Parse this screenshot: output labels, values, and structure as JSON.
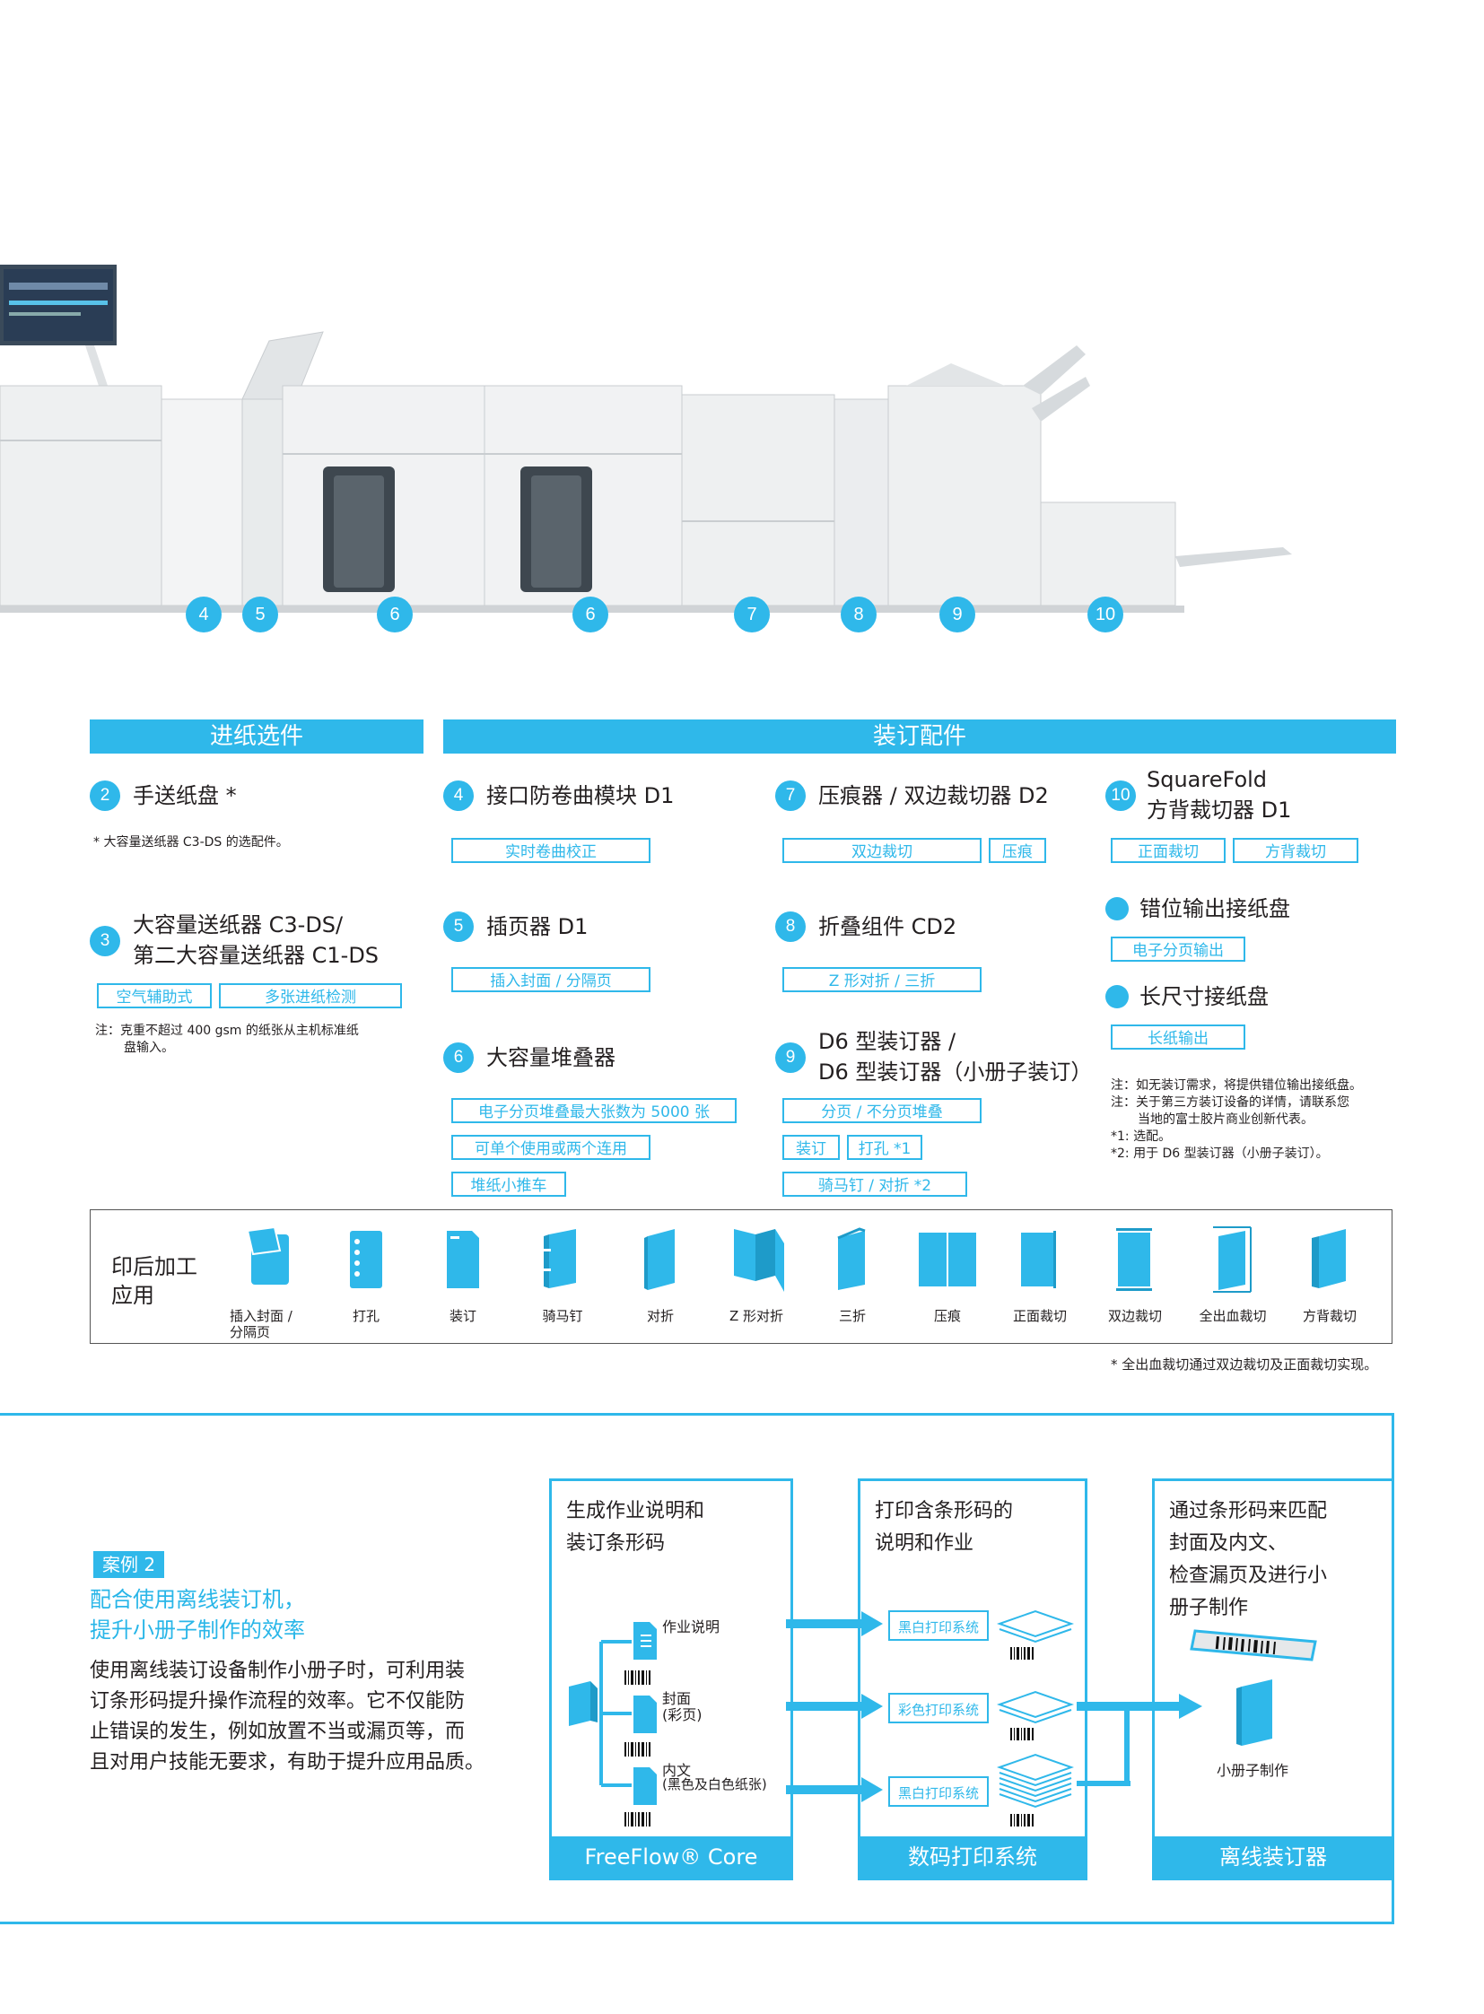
{
  "machine": {
    "callouts": [
      "4",
      "5",
      "6",
      "6",
      "7",
      "8",
      "9",
      "10"
    ],
    "colors": {
      "body": "#eef0f1",
      "shadow": "#c9cdd0",
      "accent": "#2fb8ea"
    }
  },
  "feed_section": {
    "title": "进纸选件",
    "item2": {
      "num": "2",
      "title": "手送纸盘 *",
      "note": "* 大容量送纸器 C3-DS 的选配件。"
    },
    "item3": {
      "num": "3",
      "title_line1": "大容量送纸器 C3-DS/",
      "title_line2": "第二大容量送纸器 C1-DS",
      "tags": [
        "空气辅助式",
        "多张进纸检测"
      ],
      "note_line1": "注：克重不超过 400 gsm 的纸张从主机标准纸",
      "note_line2": "盘输入。"
    }
  },
  "finish_section": {
    "title": "装订配件",
    "item4": {
      "num": "4",
      "title": "接口防卷曲模块 D1",
      "tags": [
        "实时卷曲校正"
      ]
    },
    "item5": {
      "num": "5",
      "title": "插页器 D1",
      "tags": [
        "插入封面 / 分隔页"
      ]
    },
    "item6": {
      "num": "6",
      "title": "大容量堆叠器",
      "tags": [
        "电子分页堆叠最大张数为 5000 张",
        "可单个使用或两个连用",
        "堆纸小推车"
      ]
    },
    "item7": {
      "num": "7",
      "title": "压痕器 / 双边裁切器 D2",
      "tags": [
        "双边裁切",
        "压痕"
      ]
    },
    "item8": {
      "num": "8",
      "title": "折叠组件 CD2",
      "tags": [
        "Z 形对折 / 三折"
      ]
    },
    "item9": {
      "num": "9",
      "title_line1": "D6 型装订器 /",
      "title_line2": "D6 型装订器（小册子装订）",
      "tags": [
        "分页 / 不分页堆叠",
        "装订",
        "打孔 *1",
        "骑马钉 / 对折 *2"
      ]
    },
    "item10": {
      "num": "10",
      "title_line1": "SquareFold",
      "title_line2": "方背裁切器 D1",
      "tags": [
        "正面裁切",
        "方背裁切"
      ]
    },
    "offset": {
      "title": "错位输出接纸盘",
      "tags": [
        "电子分页输出"
      ]
    },
    "long": {
      "title": "长尺寸接纸盘",
      "tags": [
        "长纸输出"
      ]
    },
    "notes": [
      "注：如无装订需求，将提供错位输出接纸盘。",
      "注：关于第三方装订设备的详情，请联系您",
      "当地的富士胶片商业创新代表。",
      "*1: 选配。",
      "*2: 用于 D6 型装订器（小册子装订）。"
    ]
  },
  "postprocess": {
    "label_line1": "印后加工",
    "label_line2": "应用",
    "items": [
      {
        "label": "插入封面 /\n分隔页",
        "icon": "insert-cover-icon"
      },
      {
        "label": "打孔",
        "icon": "punch-icon"
      },
      {
        "label": "装订",
        "icon": "staple-icon"
      },
      {
        "label": "骑马钉",
        "icon": "saddle-stitch-icon"
      },
      {
        "label": "对折",
        "icon": "bi-fold-icon"
      },
      {
        "label": "Z 形对折",
        "icon": "z-fold-icon"
      },
      {
        "label": "三折",
        "icon": "tri-fold-icon"
      },
      {
        "label": "压痕",
        "icon": "crease-icon"
      },
      {
        "label": "正面裁切",
        "icon": "face-trim-icon"
      },
      {
        "label": "双边裁切",
        "icon": "two-side-trim-icon"
      },
      {
        "label": "全出血裁切",
        "icon": "full-bleed-trim-icon"
      },
      {
        "label": "方背裁切",
        "icon": "square-fold-icon"
      }
    ],
    "footnote": "* 全出血裁切通过双边裁切及正面裁切实现。"
  },
  "case": {
    "badge": "案例 2",
    "headline_line1": "配合使用离线装订机，",
    "headline_line2": "提升小册子制作的效率",
    "body_lines": [
      "使用离线装订设备制作小册子时，可利用装",
      "订条形码提升操作流程的效率。它不仅能防",
      "止错误的发生，例如放置不当或漏页等，而",
      "且对用户技能无要求，有助于提升应用品质。"
    ]
  },
  "flow": {
    "box1": {
      "title_line1": "生成作业说明和",
      "title_line2": "装订条形码",
      "footer": "FreeFlow® Core",
      "docs": [
        {
          "label": "作业说明"
        },
        {
          "label_line1": "封面",
          "label_line2": "(彩页)"
        },
        {
          "label_line1": "内文",
          "label_line2": "(黑色及白色纸张)"
        }
      ]
    },
    "box2": {
      "title_line1": "打印含条形码的",
      "title_line2": "说明和作业",
      "footer": "数码打印系统",
      "systems": [
        "黑白打印系统",
        "彩色打印系统",
        "黑白打印系统"
      ]
    },
    "box3": {
      "title_lines": [
        "通过条形码来匹配",
        "封面及内文、",
        "检查漏页及进行小",
        "册子制作"
      ],
      "footer": "离线装订器",
      "product": "小册子制作"
    }
  }
}
